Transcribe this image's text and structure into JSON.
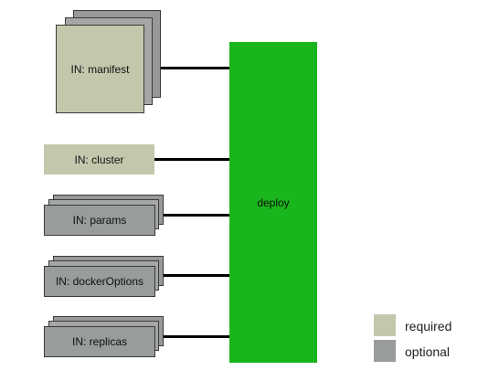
{
  "colors": {
    "required": "#c5c7ad",
    "optional": "#989c9b",
    "process": "#19b51c",
    "connector": "#000000"
  },
  "process": {
    "label": "deploy"
  },
  "inputs": [
    {
      "label": "IN: manifest",
      "kind": "required",
      "stacked": true
    },
    {
      "label": "IN: cluster",
      "kind": "required",
      "stacked": false
    },
    {
      "label": "IN: params",
      "kind": "optional",
      "stacked": true
    },
    {
      "label": "IN: dockerOptions",
      "kind": "optional",
      "stacked": true
    },
    {
      "label": "IN: replicas",
      "kind": "optional",
      "stacked": true
    }
  ],
  "legend": [
    {
      "label": "required",
      "kind": "required"
    },
    {
      "label": "optional",
      "kind": "optional"
    }
  ]
}
